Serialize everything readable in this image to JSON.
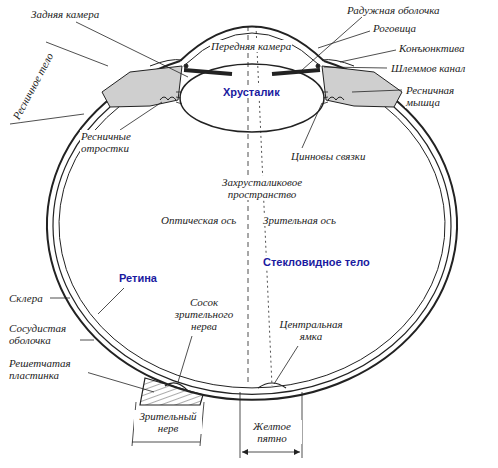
{
  "diagram": {
    "labels": [
      "Задняя камера",
      "Радужная оболочка",
      "Роговица",
      "Ресничное тело",
      "Передняя камера",
      "Конъюнктива",
      "Хрусталик",
      "Шлеммов канал",
      "Ресничная мышца",
      "Ресничные отростки",
      "Цинновы связки",
      "Захрусталиковое пространство",
      "Оптическая ось",
      "Зрительная ось",
      "Стекловидное тело",
      "Ретина",
      "Склера",
      "Сосок зрительного нерва",
      "Центральная ямка",
      "Сосудистая оболочка",
      "Решетчатая пластинка",
      "Зрительный нерв",
      "Желтое пятно"
    ]
  }
}
